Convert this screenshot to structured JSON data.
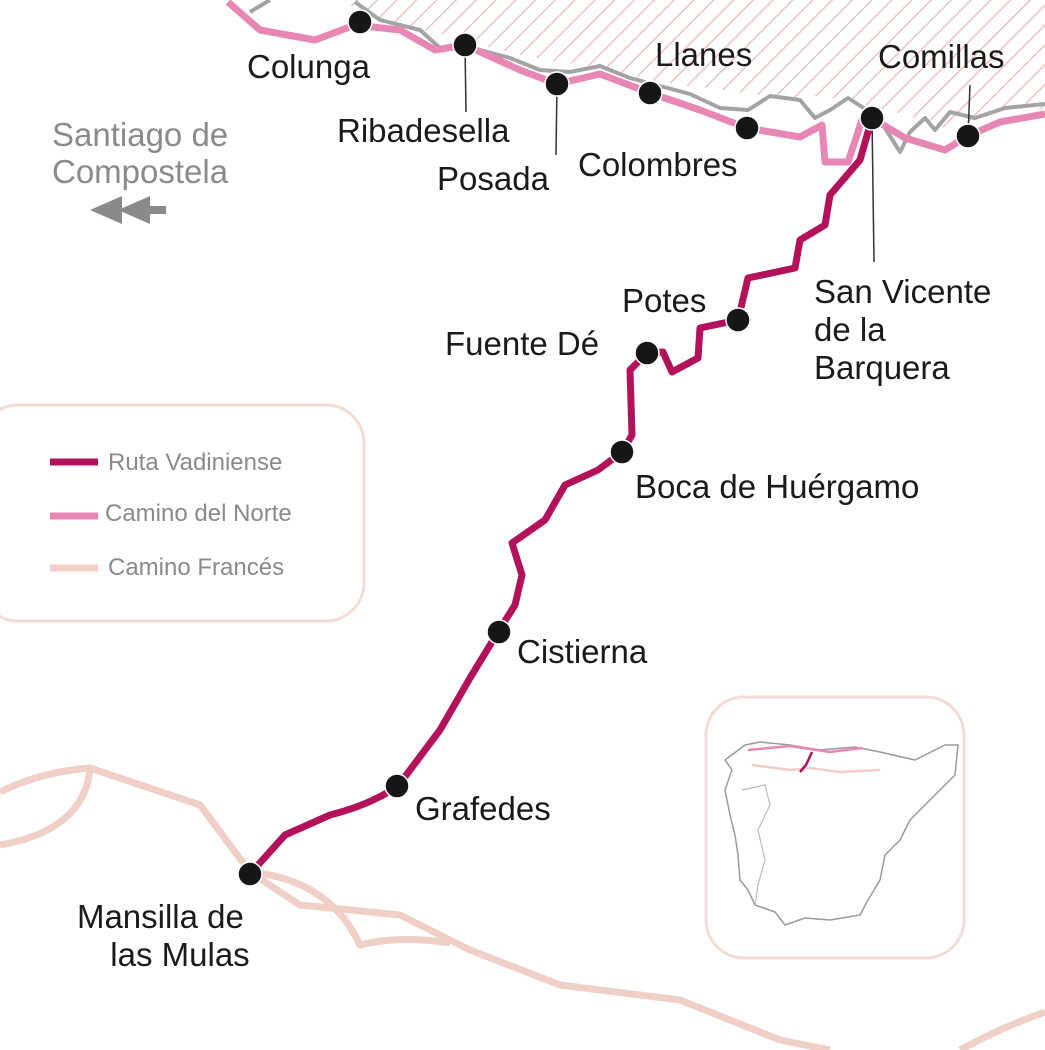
{
  "colors": {
    "ruta_vadiniense": "#b3125a",
    "camino_norte": "#e887b5",
    "camino_frances": "#f0cfc6",
    "coast": "#a3a3a3",
    "sea_hatch": "#eab8b4",
    "town_dot": "#161616",
    "muted_text": "#8a8a8a"
  },
  "origin": {
    "line1": "Santiago de",
    "line2": "Compostela",
    "arrow_icon": "double-left-arrow-icon"
  },
  "towns": [
    {
      "id": "colunga",
      "label": "Colunga"
    },
    {
      "id": "ribadesella",
      "label": "Ribadesella"
    },
    {
      "id": "posada",
      "label": "Posada"
    },
    {
      "id": "llanes",
      "label": "Llanes"
    },
    {
      "id": "colombres",
      "label": "Colombres"
    },
    {
      "id": "comillas",
      "label": "Comillas"
    },
    {
      "id": "san-vicente",
      "label_lines": [
        "San Vicente",
        "de la",
        "Barquera"
      ]
    },
    {
      "id": "potes",
      "label": "Potes"
    },
    {
      "id": "fuente-de",
      "label": "Fuente Dé"
    },
    {
      "id": "boca",
      "label": "Boca de Huérgamo"
    },
    {
      "id": "cistierna",
      "label": "Cistierna"
    },
    {
      "id": "grafedes",
      "label": "Grafedes"
    },
    {
      "id": "mansilla",
      "label_lines": [
        "Mansilla de",
        "las Mulas"
      ]
    }
  ],
  "legend": {
    "items": [
      {
        "label": "Ruta Vadiniense",
        "color_key": "ruta_vadiniense"
      },
      {
        "label": "Camino del Norte",
        "color_key": "camino_norte"
      },
      {
        "label": "Camino Francés",
        "color_key": "camino_frances"
      }
    ]
  },
  "inset": {
    "icon": "iberian-peninsula-locator-icon"
  }
}
